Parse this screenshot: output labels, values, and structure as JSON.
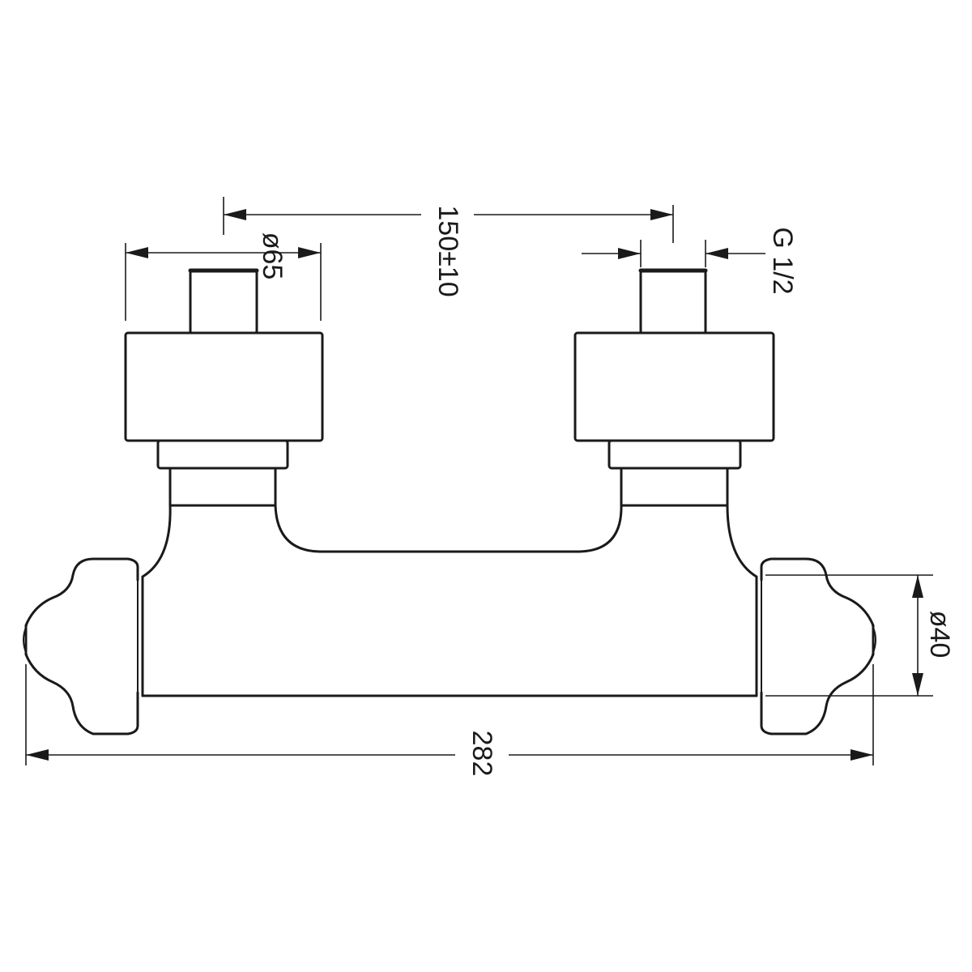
{
  "diagram": {
    "dimensions": {
      "spacing": "150±10",
      "inlet_diameter": "ø65",
      "thread": "G 1/2",
      "body_diameter": "ø40",
      "overall_length": "282"
    }
  }
}
